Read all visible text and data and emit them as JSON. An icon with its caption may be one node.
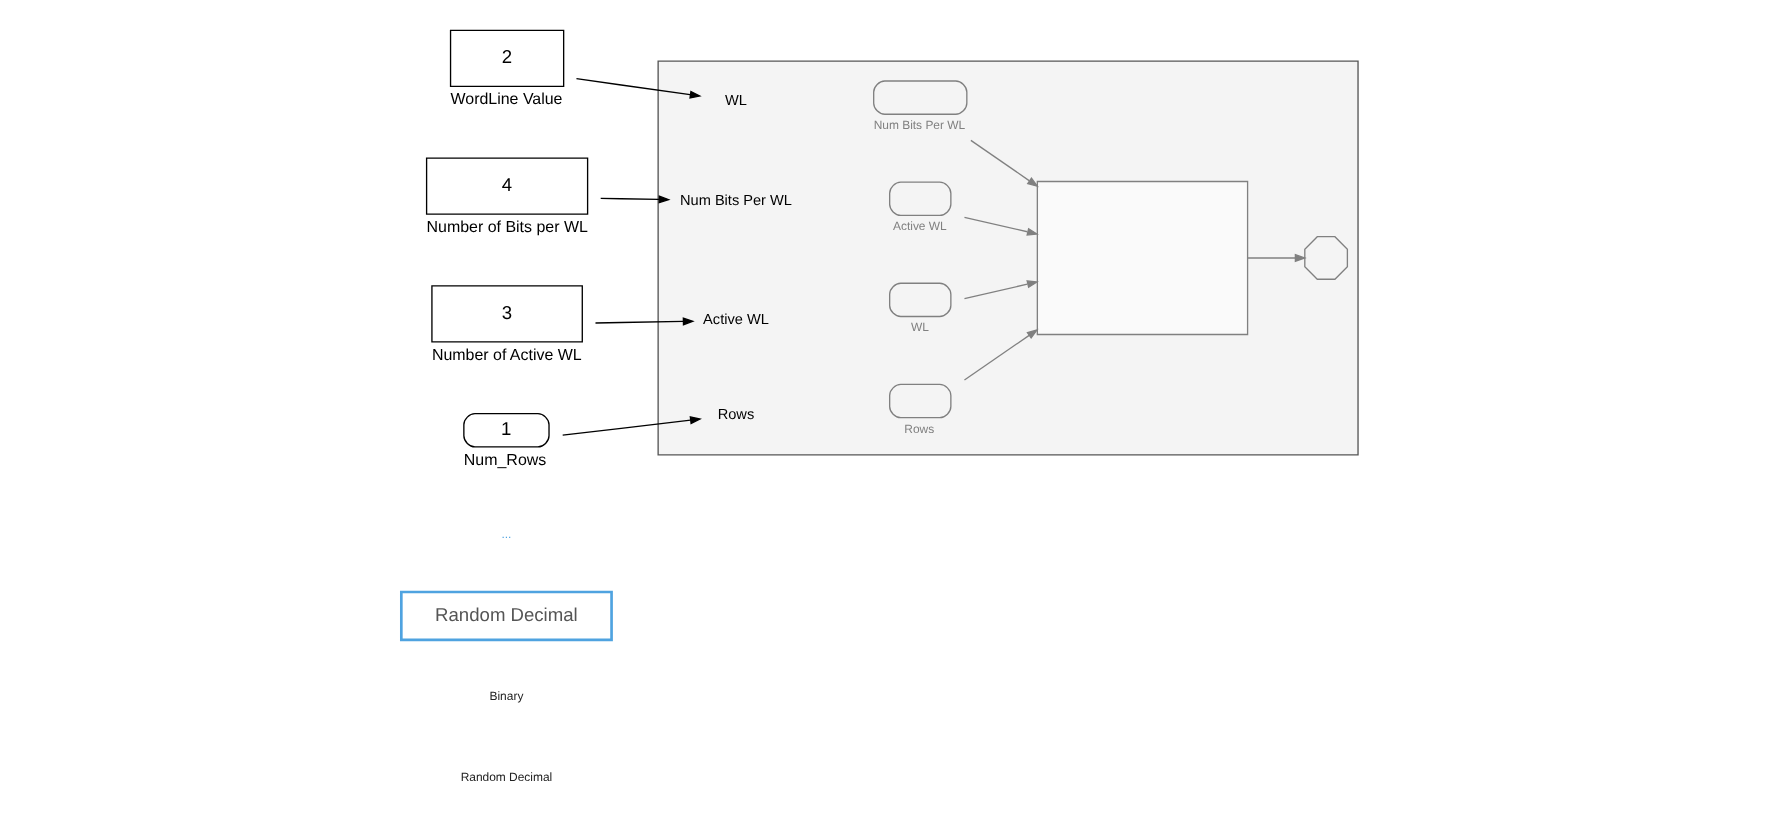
{
  "diagram": {
    "nodes": [
      {
        "text": [
          "Random Decimal"
        ]
      },
      {
        "text": [
          "2"
        ],
        "beside": [
          "WordLine Value"
        ]
      },
      {
        "text": [
          "4"
        ],
        "beside": [
          "Number of Bits per WL"
        ]
      },
      {
        "text": [
          "3"
        ],
        "beside": [
          "Number of Active WL"
        ]
      },
      {
        "text": [
          "1"
        ],
        "beside": [
          "Num_Rows"
        ]
      },
      {
        "text": [],
        "shape": "box"
      },
      {
        "text": [
          "WL"
        ],
        "in": 5
      },
      {
        "text": [
          "Num Bits Per WL"
        ],
        "in": 5
      },
      {
        "text": [
          "Active WL"
        ],
        "in": 5
      },
      {
        "text": [
          "Rows"
        ],
        "in": 5
      },
      {
        "text": [],
        "shape": "oval",
        "beside": [
          "Num Bits Per WL"
        ],
        "in": 5
      },
      {
        "text": [],
        "shape": "oval",
        "beside": [
          "Active WL"
        ],
        "in": 5
      },
      {
        "text": [],
        "shape": "oval",
        "beside": [
          "WL"
        ],
        "in": 5
      },
      {
        "text": [],
        "shape": "oval",
        "beside": [
          "Rows"
        ],
        "in": 5
      },
      {
        "text": [],
        "shape": "box",
        "in": 5
      },
      {
        "text": [],
        "shape": "octagon",
        "in": 5
      }
    ],
    "edges": [
      {
        "from": 1,
        "to": 6,
        "arrow": "to",
        "color": "#000000"
      },
      {
        "from": 2,
        "to": 7,
        "arrow": "to",
        "color": "#000000"
      },
      {
        "from": 3,
        "to": 8,
        "arrow": "to",
        "color": "#000000"
      },
      {
        "from": 4,
        "to": 9,
        "arrow": "to",
        "color": "#000000"
      },
      {
        "from": 10,
        "to": 14,
        "arrow": "to"
      },
      {
        "from": 11,
        "to": 14,
        "arrow": "to"
      },
      {
        "from": 12,
        "to": 14,
        "arrow": "to"
      },
      {
        "from": 13,
        "to": 14,
        "arrow": "to"
      },
      {
        "from": 14,
        "to": 15,
        "arrow": "to"
      }
    ],
    "labels": [
      "...",
      "Binary",
      "Random Decimal"
    ]
  }
}
